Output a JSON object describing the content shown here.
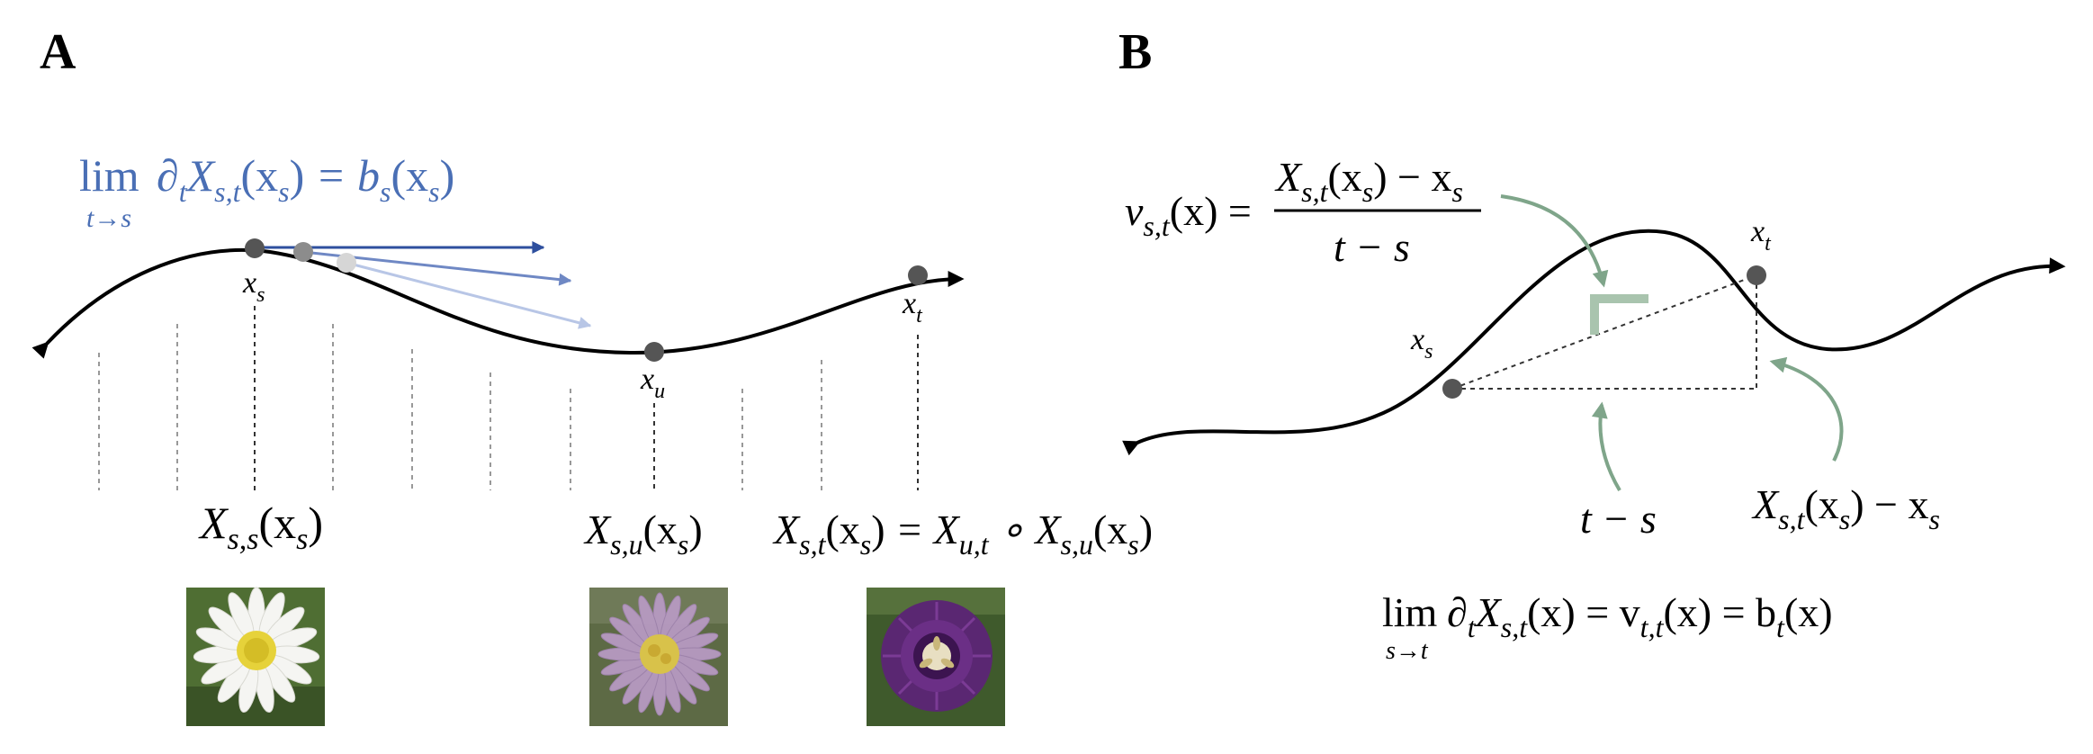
{
  "panel_a": {
    "label": "A",
    "top_formula": {
      "lim": "lim",
      "lim_sub": "t→s",
      "partial": "∂",
      "partial_sub": "t",
      "X": "X",
      "X_sub": "s,t",
      "arg_open": "(x",
      "arg_sub": "s",
      "arg_close": ")",
      "equals": " = b",
      "b_sub": "s",
      "rhs_open": "(x",
      "rhs_sub": "s",
      "rhs_close": ")"
    },
    "points": {
      "xs": {
        "main": "x",
        "sub": "s"
      },
      "xu": {
        "main": "x",
        "sub": "u"
      },
      "xt": {
        "main": "x",
        "sub": "t"
      }
    },
    "bottom_labels": {
      "Xss": {
        "X": "X",
        "sub": "s,s",
        "arg": "(x",
        "arg_sub": "s",
        "close": ")"
      },
      "Xsu": {
        "X": "X",
        "sub": "s,u",
        "arg": "(x",
        "arg_sub": "s",
        "close": ")"
      },
      "Xst": {
        "X": "X",
        "sub": "s,t",
        "arg": "(x",
        "arg_sub": "s",
        "close": ")",
        "eq": " = X",
        "sub2": "u,t",
        "comp": " ∘ X",
        "sub3": "s,u",
        "arg2": "(x",
        "arg2_sub": "s",
        "close2": ")"
      }
    },
    "flowers": [
      {
        "name": "white daisy",
        "petal": "#f5f5f2",
        "center": "#e6d23a",
        "bg": "#4f6e33"
      },
      {
        "name": "pale purple aster",
        "petal": "#b79ac2",
        "center": "#d8c24a",
        "bg": "#5d6a45"
      },
      {
        "name": "purple passion flower",
        "petal": "#6b2f86",
        "center": "#e8dfc2",
        "bg": "#3f5a2c"
      }
    ]
  },
  "panel_b": {
    "label": "B",
    "v_formula": {
      "v": "v",
      "v_sub": "s,t",
      "arg": "(x) =",
      "num_X": "X",
      "num_sub": "s,t",
      "num_arg": "(x",
      "num_arg_sub": "s",
      "num_rest": ") − x",
      "num_rest_sub": "s",
      "den": "t − s"
    },
    "points": {
      "xs": {
        "main": "x",
        "sub": "s"
      },
      "xt": {
        "main": "x",
        "sub": "t"
      }
    },
    "t_minus_s": "t − s",
    "diff_label": {
      "X": "X",
      "sub": "s,t",
      "arg": "(x",
      "arg_sub": "s",
      "rest": ") − x",
      "rest_sub": "s"
    },
    "bottom_formula": {
      "lim": "lim",
      "lim_sub": "s→t",
      "partial": "∂",
      "partial_sub": "t",
      "X": "X",
      "X_sub": "s,t",
      "arg": "(x) = v",
      "v_sub": "t,t",
      "arg2": "(x) = b",
      "b_sub": "t",
      "close": "(x)"
    }
  },
  "colors": {
    "blue_text": "#4a6fb5",
    "arrow_dark": "#2e4f9e",
    "arrow_mid": "#6f88c4",
    "arrow_light": "#b8c6e6",
    "green": "#7fa58a",
    "point": "#555555"
  }
}
